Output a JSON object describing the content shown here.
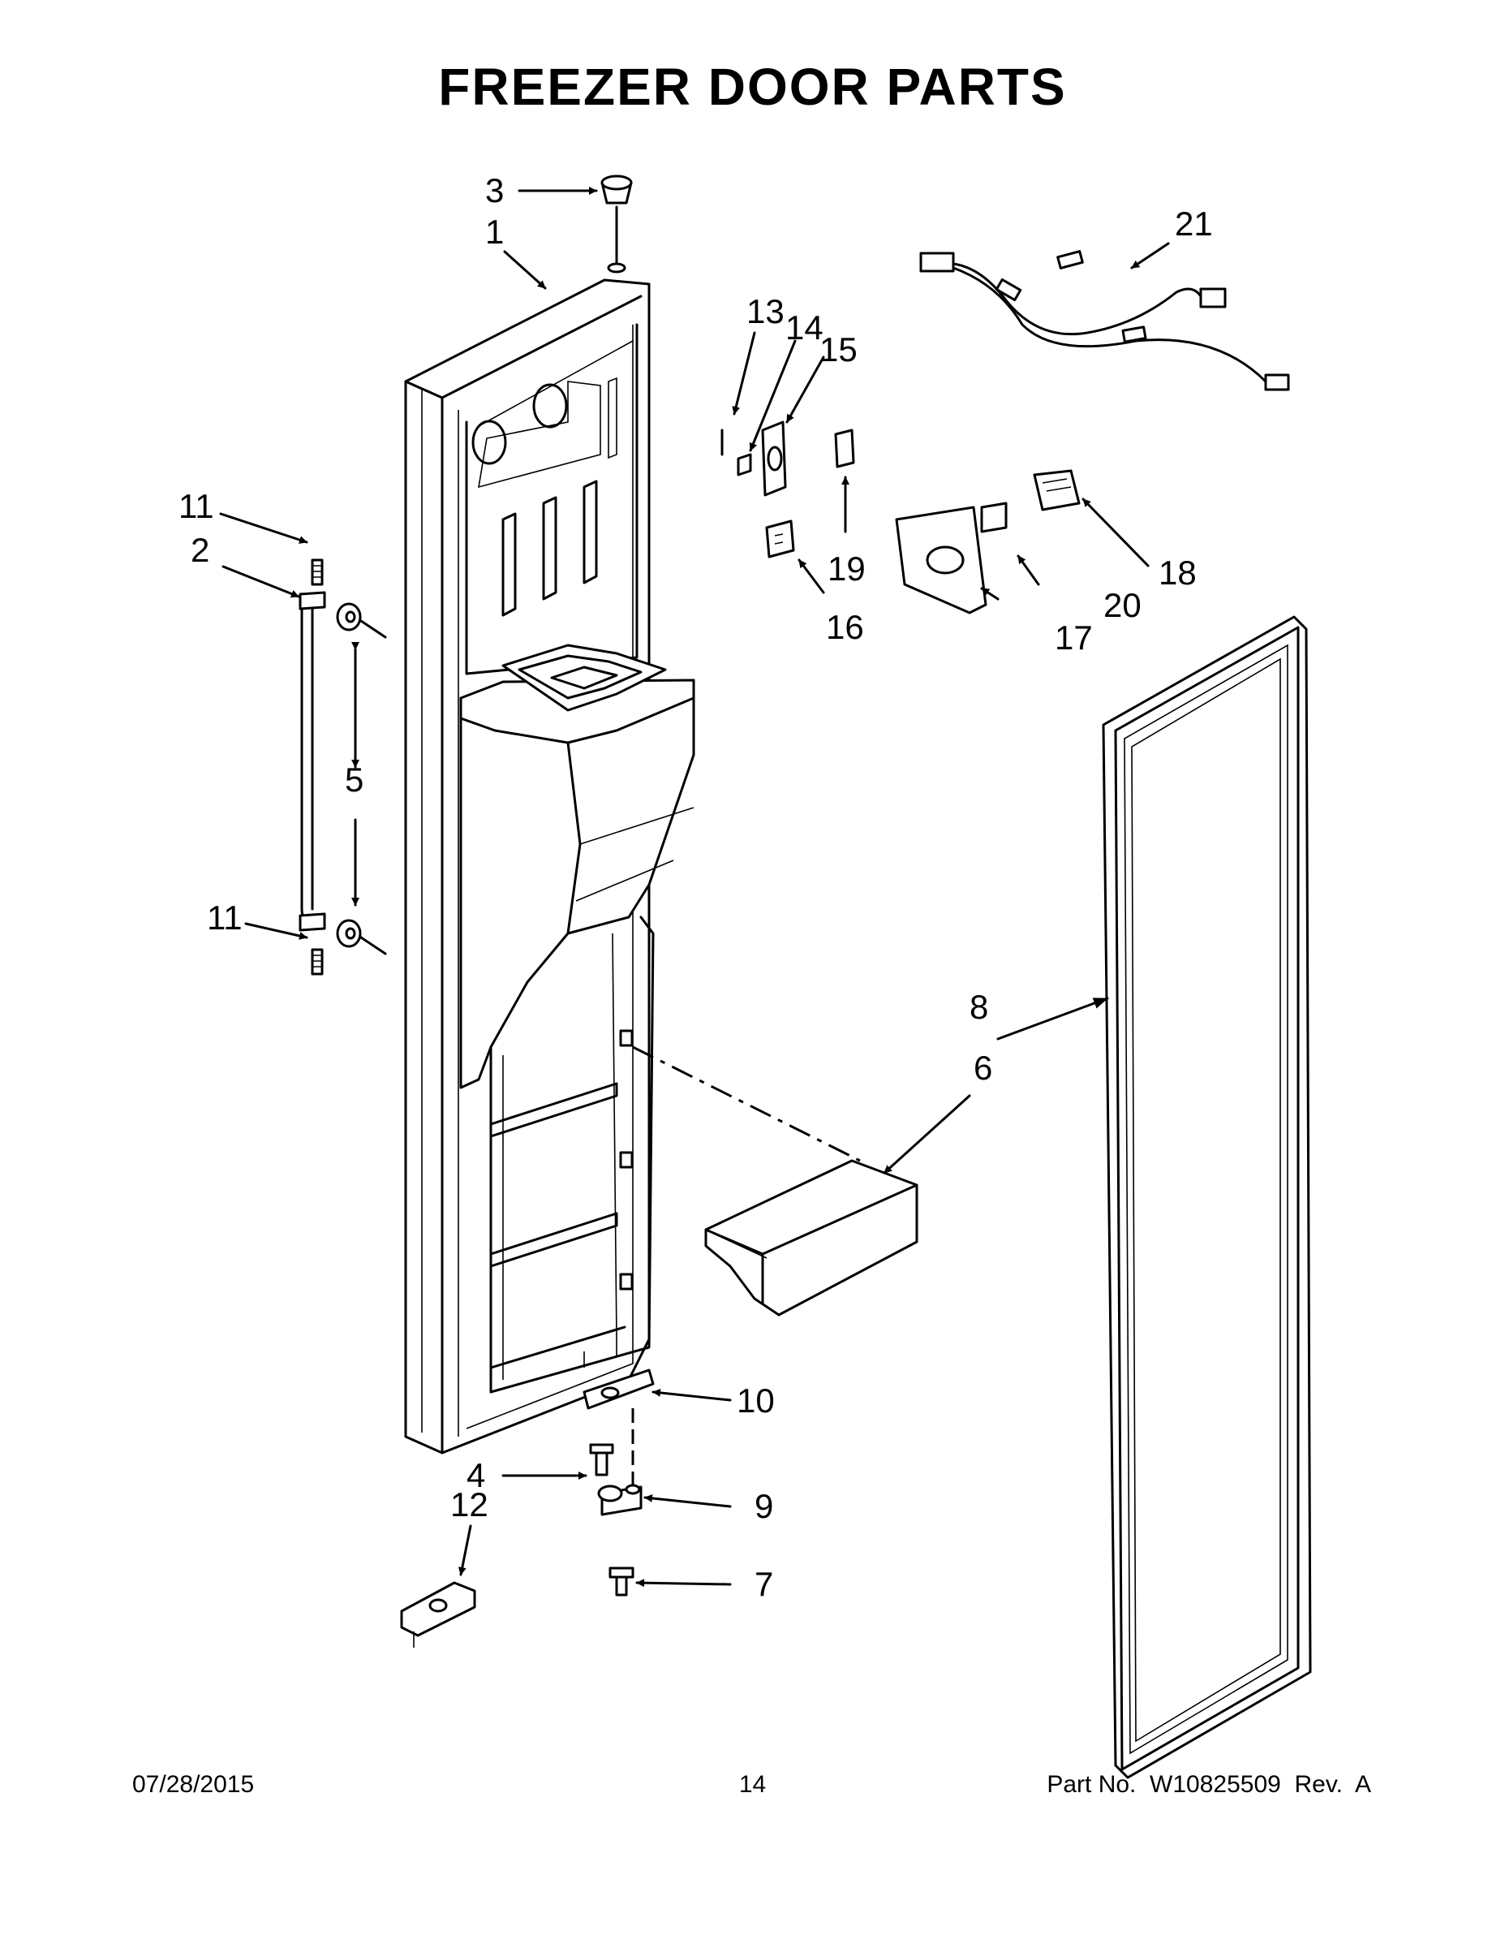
{
  "title": "FREEZER DOOR PARTS",
  "footer": {
    "date": "07/28/2015",
    "page": "14",
    "part_no": "Part No.  W10825509  Rev.  A"
  },
  "callouts": {
    "c1": "1",
    "c2": "2",
    "c3": "3",
    "c4": "4",
    "c5": "5",
    "c6": "6",
    "c7": "7",
    "c8": "8",
    "c9": "9",
    "c10": "10",
    "c11a": "11",
    "c11b": "11",
    "c12": "12",
    "c13": "13",
    "c14": "14",
    "c15": "15",
    "c16": "16",
    "c17": "17",
    "c18": "18",
    "c19": "19",
    "c20": "20",
    "c21": "21"
  }
}
